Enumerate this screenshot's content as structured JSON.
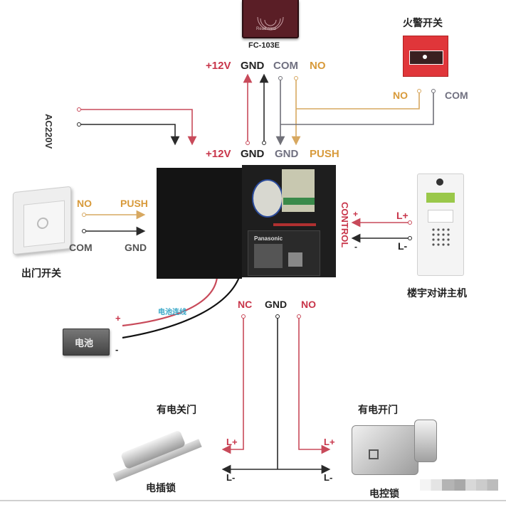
{
  "colors": {
    "red_wire": "#c84a5a",
    "black_wire": "#2a2a2a",
    "gray_wire": "#707078",
    "orange_wire": "#d7a860",
    "red_text": "#c8354a",
    "gray_text": "#707080",
    "orange_text": "#d89a3a",
    "cyan_text": "#3aa8c8"
  },
  "card_reader": {
    "model": "FC-103E",
    "face_text": "Read card",
    "terminals": [
      "+12V",
      "GND",
      "COM",
      "NO"
    ]
  },
  "fire_alarm": {
    "title": "火警开关",
    "terminals": [
      "NO",
      "COM"
    ]
  },
  "power_input": {
    "label": "AC220V"
  },
  "controller_top_terminals": [
    "+12V",
    "GND",
    "GND",
    "PUSH"
  ],
  "controller": {
    "battery_brand": "Panasonic",
    "control_label": "CONTROL",
    "plus": "+",
    "minus": "-"
  },
  "exit_switch": {
    "title": "出门开关",
    "terminals_top": [
      "NO",
      "PUSH"
    ],
    "terminals_bottom": [
      "COM",
      "GND"
    ]
  },
  "intercom": {
    "title": "楼宇对讲主机",
    "terminals": [
      "L+",
      "L-"
    ]
  },
  "battery": {
    "label": "电池",
    "wire_label": "电池连线",
    "plus": "+",
    "minus": "-"
  },
  "relay_outputs": [
    "NC",
    "GND",
    "NO"
  ],
  "left_lock": {
    "mode": "有电关门",
    "name": "电插锁",
    "terminals": [
      "L+",
      "L-"
    ]
  },
  "right_lock": {
    "mode": "有电开门",
    "name": "电控锁",
    "terminals": [
      "L+",
      "L-"
    ]
  }
}
